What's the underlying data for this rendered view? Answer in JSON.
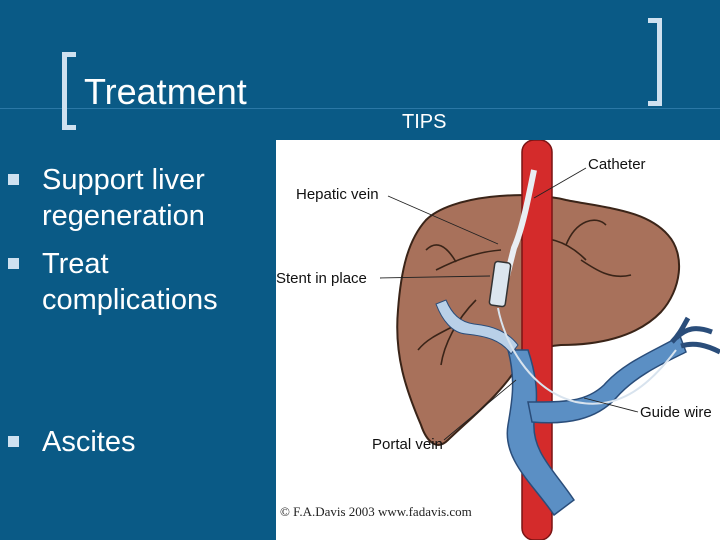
{
  "slide": {
    "title": "Treatment",
    "subtitle": "TIPS",
    "bullets": [
      {
        "lines": [
          "Support liver",
          "regeneration"
        ]
      },
      {
        "lines": [
          "Treat",
          "complications"
        ]
      },
      {
        "lines": [
          "Ascites"
        ]
      }
    ]
  },
  "figure": {
    "labels": {
      "catheter": "Catheter",
      "hepatic_vein": "Hepatic vein",
      "stent": "Stent in place",
      "guide_wire": "Guide wire",
      "portal_vein": "Portal vein"
    },
    "copyright": "© F.A.Davis 2003   www.fadavis.com"
  },
  "colors": {
    "background": "#0a5a86",
    "accent": "#cfe1f0",
    "liver": "#a8715b",
    "vena_cava": "#d42b2b",
    "portal_vein": "#5b8fc4"
  }
}
